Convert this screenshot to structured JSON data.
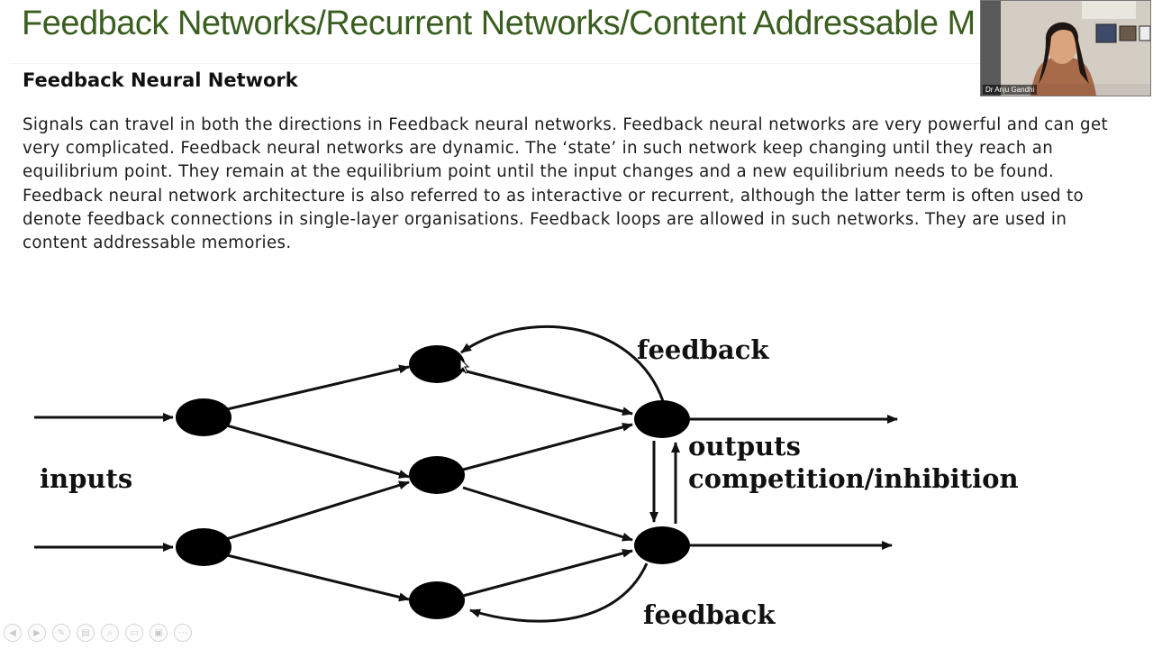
{
  "slide": {
    "title": "Feedback Networks/Recurrent Networks/Content Addressable M"
  },
  "content": {
    "heading": "Feedback Neural Network",
    "paragraph": "Signals can travel in both the directions in Feedback neural networks. Feedback neural networks are very powerful and can get very complicated. Feedback neural networks are dynamic. The ‘state’ in such network keep changing until they reach an equilibrium point. They remain at the equilibrium point until the input changes and a new equilibrium needs to be found. Feedback neural network architecture is also referred to as interactive or recurrent, although the latter term is often used to denote feedback connections in single-layer organisations. Feedback loops are allowed in such networks. They are used in content addressable memories."
  },
  "diagram": {
    "label_feedback_top": "feedback",
    "label_inputs": "inputs",
    "label_outputs": "outputs",
    "label_competition": "competition/inhibition",
    "label_feedback_bottom": "feedback"
  },
  "webcam": {
    "participant_name": "Dr Anju Gandhi"
  },
  "toolbar": {
    "icons": [
      "previous-icon",
      "next-icon",
      "pen-icon",
      "slides-icon",
      "zoom-icon",
      "subtitles-icon",
      "camera-icon",
      "more-icon"
    ],
    "glyphs": [
      "◀",
      "▶",
      "✎",
      "▤",
      "⌕",
      "▭",
      "▣",
      "⋯"
    ]
  },
  "colors": {
    "title": "#3a5e1f",
    "text": "#1c1c1c",
    "diagram": "#111111"
  }
}
